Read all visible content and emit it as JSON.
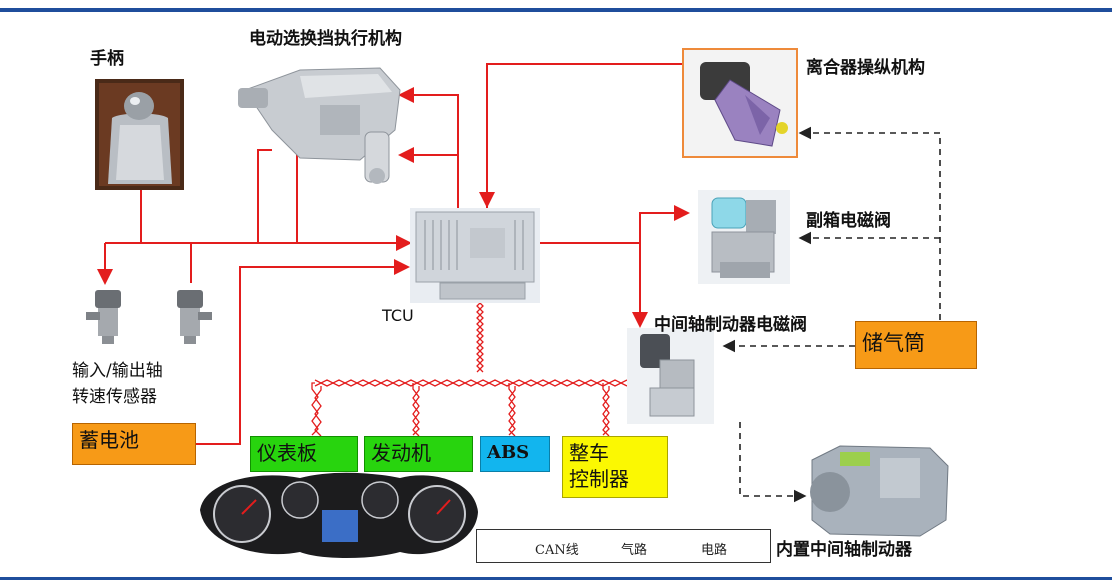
{
  "labels": {
    "handle": "手柄",
    "shift_actuator": "电动选换挡执行机构",
    "clutch_actuator": "离合器操纵机构",
    "range_valve": "副箱电磁阀",
    "brake_valve": "中间轴制动器电磁阀",
    "sensor_line1": "输入/输出轴",
    "sensor_line2": "转速传感器",
    "tcu": "TCU",
    "inner_brake": "内置中间轴制动器"
  },
  "boxes": {
    "battery": "蓄电池",
    "air_tank": "储气筒",
    "dashboard": "仪表板",
    "engine": "发动机",
    "abs": "ABS",
    "vcu_line1": "整车",
    "vcu_line2": "控制器"
  },
  "legend": {
    "can": "CAN线",
    "air": "气路",
    "elec": "电路"
  },
  "colors": {
    "wire_red": "#e31d1d",
    "air_black": "#222222",
    "title_bar": "#1f4e9c"
  }
}
